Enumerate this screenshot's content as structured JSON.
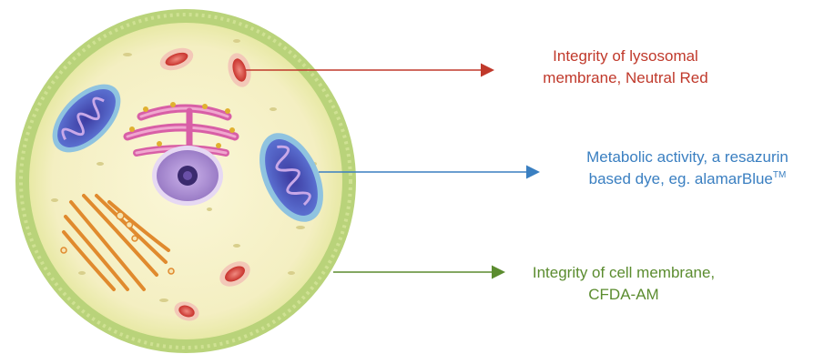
{
  "colors": {
    "lysosome_label": "#c0392b",
    "metabolic_label": "#3a7fc1",
    "membrane_label": "#5b8c2f",
    "cytoplasm": "#f6f1c6",
    "cell_membrane": "#b9d37a",
    "mitochondria": "#4b3fa6",
    "golgi": "#e08a2e",
    "er": "#d85fa6",
    "nucleus": "#a889d0",
    "lysosome": "#d9534f"
  },
  "labels": {
    "lysosome": {
      "line1": "Integrity of lysosomal",
      "line2": "membrane, Neutral Red"
    },
    "metabolic": {
      "line1": "Metabolic activity, a resazurin",
      "line2": "based dye, eg. alamarBlue",
      "line2_sup": "TM"
    },
    "membrane": {
      "line1": "Integrity of cell membrane,",
      "line2": "CFDA-AM"
    }
  }
}
